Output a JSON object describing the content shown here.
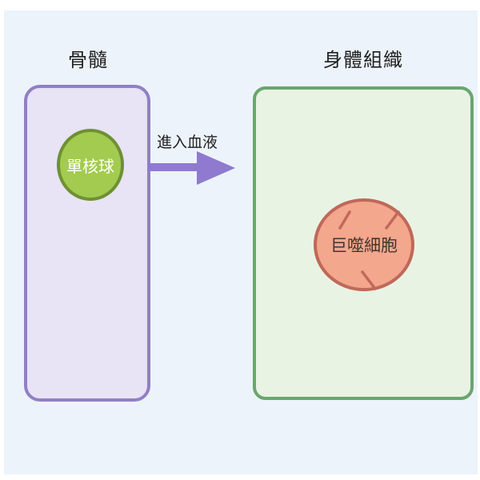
{
  "canvas": {
    "page_background": "#ffffff",
    "background": "#edf3fa"
  },
  "bone_marrow": {
    "title": "骨髓",
    "box_fill": "#e8e3f5",
    "box_border": "#9080c5",
    "monocyte": {
      "label": "單核球",
      "fill": "#a3cb4f",
      "border": "#6e9034",
      "text_color": "#ffffff"
    }
  },
  "arrow": {
    "label": "進入血液",
    "color": "#8f7ad0",
    "label_color": "#1f1f1f"
  },
  "body_tissue": {
    "title": "身體組織",
    "box_fill": "#e9f3e4",
    "box_border": "#6aa66f",
    "macrophage": {
      "label": "巨噬細胞",
      "fill": "#f3a78c",
      "border": "#c0685a",
      "text_color": "#433430",
      "surface_mark_count": 3
    }
  }
}
